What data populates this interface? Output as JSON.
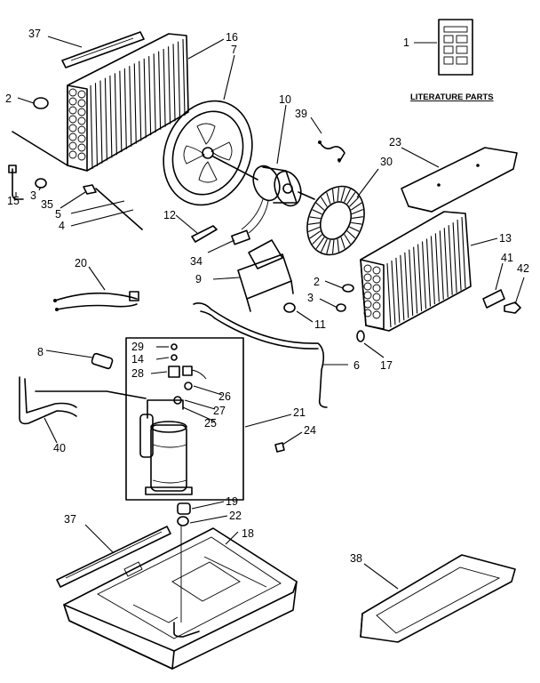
{
  "literature_caption": "LITERATURE PARTS",
  "callouts": [
    {
      "id": "c1",
      "label": "1"
    },
    {
      "id": "c2a",
      "label": "2"
    },
    {
      "id": "c2b",
      "label": "2"
    },
    {
      "id": "c3a",
      "label": "3"
    },
    {
      "id": "c3b",
      "label": "3"
    },
    {
      "id": "c4",
      "label": "4"
    },
    {
      "id": "c5",
      "label": "5"
    },
    {
      "id": "c6",
      "label": "6"
    },
    {
      "id": "c7",
      "label": "7"
    },
    {
      "id": "c8",
      "label": "8"
    },
    {
      "id": "c9",
      "label": "9"
    },
    {
      "id": "c10",
      "label": "10"
    },
    {
      "id": "c11",
      "label": "11"
    },
    {
      "id": "c12",
      "label": "12"
    },
    {
      "id": "c13",
      "label": "13"
    },
    {
      "id": "c14",
      "label": "14"
    },
    {
      "id": "c15",
      "label": "15"
    },
    {
      "id": "c16",
      "label": "16"
    },
    {
      "id": "c17",
      "label": "17"
    },
    {
      "id": "c18",
      "label": "18"
    },
    {
      "id": "c19",
      "label": "19"
    },
    {
      "id": "c20",
      "label": "20"
    },
    {
      "id": "c21",
      "label": "21"
    },
    {
      "id": "c22",
      "label": "22"
    },
    {
      "id": "c23",
      "label": "23"
    },
    {
      "id": "c24",
      "label": "24"
    },
    {
      "id": "c25",
      "label": "25"
    },
    {
      "id": "c26",
      "label": "26"
    },
    {
      "id": "c27",
      "label": "27"
    },
    {
      "id": "c28",
      "label": "28"
    },
    {
      "id": "c29",
      "label": "29"
    },
    {
      "id": "c30",
      "label": "30"
    },
    {
      "id": "c34",
      "label": "34"
    },
    {
      "id": "c35",
      "label": "35"
    },
    {
      "id": "c37a",
      "label": "37"
    },
    {
      "id": "c37b",
      "label": "37"
    },
    {
      "id": "c38",
      "label": "38"
    },
    {
      "id": "c39",
      "label": "39"
    },
    {
      "id": "c40",
      "label": "40"
    },
    {
      "id": "c41",
      "label": "41"
    },
    {
      "id": "c42",
      "label": "42"
    }
  ]
}
